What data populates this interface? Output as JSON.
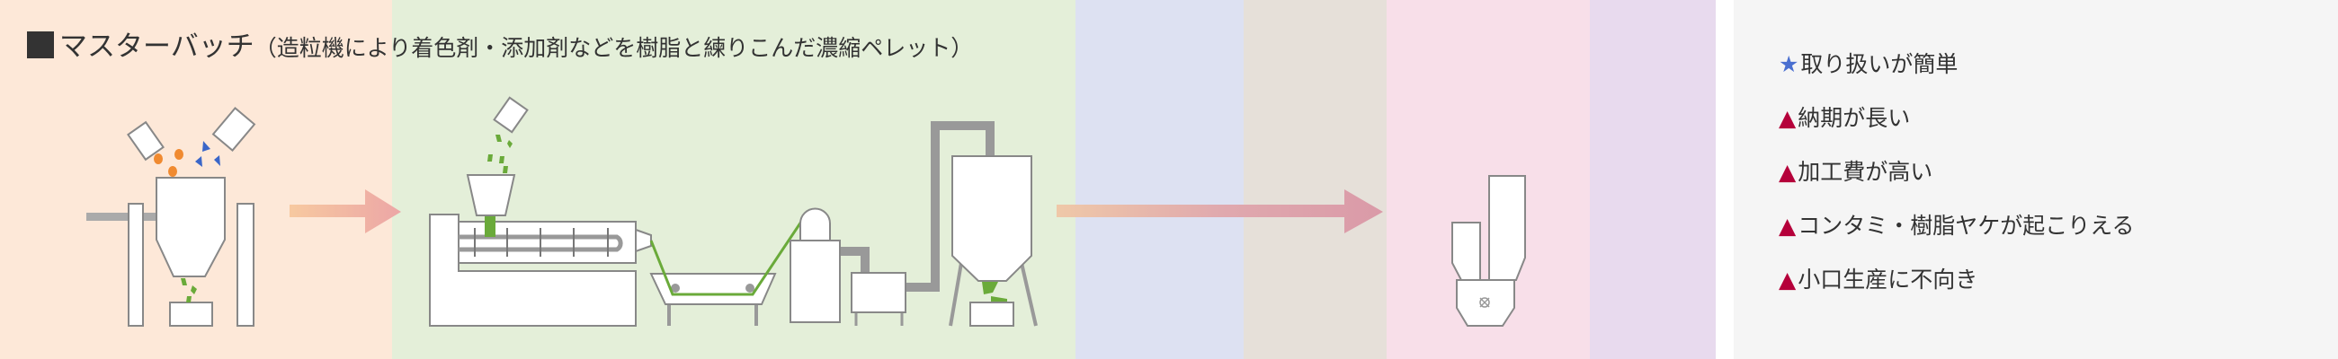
{
  "title": {
    "main": "マスターバッチ",
    "sub": "（造粒機により着色剤・添加剤などを樹脂と練りこんだ濃縮ペレット）"
  },
  "colors": {
    "bands": [
      "#fde8d8",
      "#e4efd9",
      "#dde1f2",
      "#e6e0d9",
      "#f8dfe9",
      "#e8daee"
    ],
    "green": "#6aaa3a",
    "star": "#4a6fd0",
    "triangle": "#b5003a",
    "panel": "#f5f5f5"
  },
  "features": [
    {
      "icon": "star-icon",
      "mark": "★",
      "text": "取り扱いが簡単"
    },
    {
      "icon": "triangle-icon",
      "mark": "▲",
      "text": "納期が長い"
    },
    {
      "icon": "triangle-icon",
      "mark": "▲",
      "text": "加工費が高い"
    },
    {
      "icon": "triangle-icon",
      "mark": "▲",
      "text": "コンタミ・樹脂ヤケが起こりえる"
    },
    {
      "icon": "triangle-icon",
      "mark": "▲",
      "text": "小口生産に不向き"
    }
  ]
}
